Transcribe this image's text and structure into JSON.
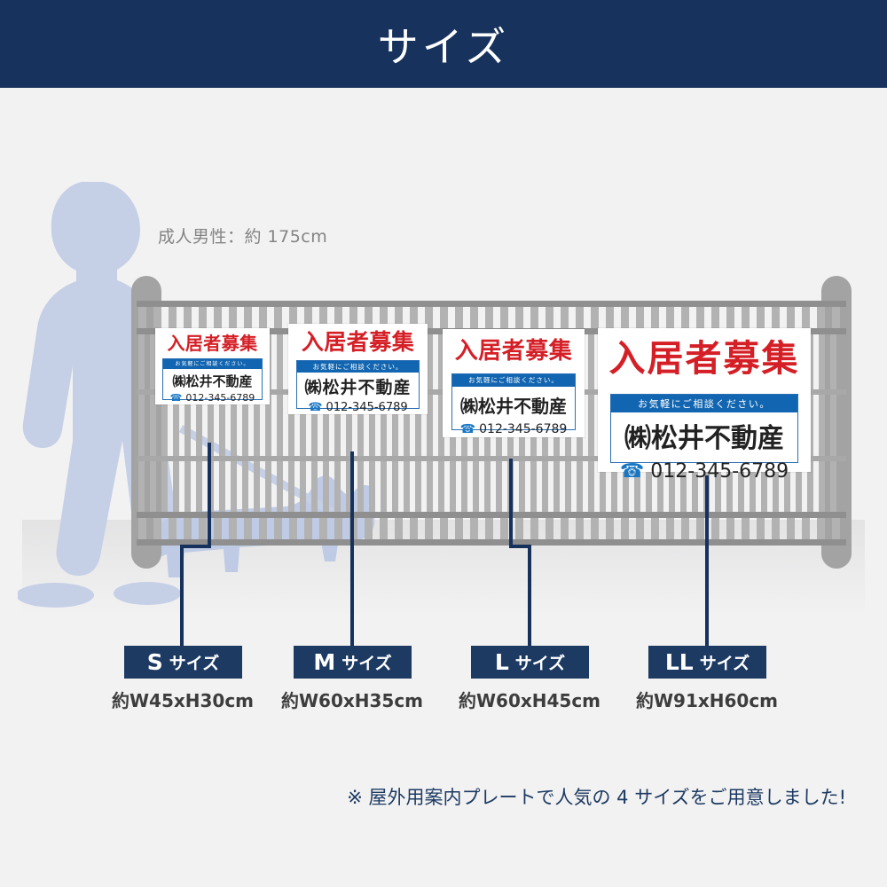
{
  "header": {
    "title": "サイズ"
  },
  "scene": {
    "person_caption": "成人男性：約 175cm",
    "person_icon": "walking-man-silhouette",
    "dog_icon": "dog-silhouette",
    "fence_icon": "metal-fence"
  },
  "signs": [
    {
      "key": "s",
      "headline": "入居者募集",
      "tagline": "お気軽にご相談ください。",
      "company": "㈱松井不動産",
      "phone": "012-345-6789",
      "phone_icon": "telephone-icon"
    },
    {
      "key": "m",
      "headline": "入居者募集",
      "tagline": "お気軽にご相談ください。",
      "company": "㈱松井不動産",
      "phone": "012-345-6789",
      "phone_icon": "telephone-icon"
    },
    {
      "key": "l",
      "headline": "入居者募集",
      "tagline": "お気軽にご相談ください。",
      "company": "㈱松井不動産",
      "phone": "012-345-6789",
      "phone_icon": "telephone-icon"
    },
    {
      "key": "ll",
      "headline": "入居者募集",
      "tagline": "お気軽にご相談ください。",
      "company": "㈱松井不動産",
      "phone": "012-345-6789",
      "phone_icon": "telephone-icon"
    }
  ],
  "size_labels": [
    {
      "size": "S",
      "suffix": "サイズ",
      "dimensions": "約W45xH30cm"
    },
    {
      "size": "M",
      "suffix": "サイズ",
      "dimensions": "約W60xH35cm"
    },
    {
      "size": "L",
      "suffix": "サイズ",
      "dimensions": "約W60xH45cm"
    },
    {
      "size": "LL",
      "suffix": "サイズ",
      "dimensions": "約W91xH60cm"
    }
  ],
  "footnote": "※ 屋外用案内プレートで人気の 4 サイズをご用意しました!",
  "colors": {
    "header_bg": "#17325c",
    "page_bg": "#f2f2f2",
    "accent_red": "#d51f26",
    "accent_blue": "#1265b0",
    "label_navy": "#1d3a63",
    "fence_gray": "#a3a3a3",
    "silhouette_blue": "#c2cde6"
  }
}
